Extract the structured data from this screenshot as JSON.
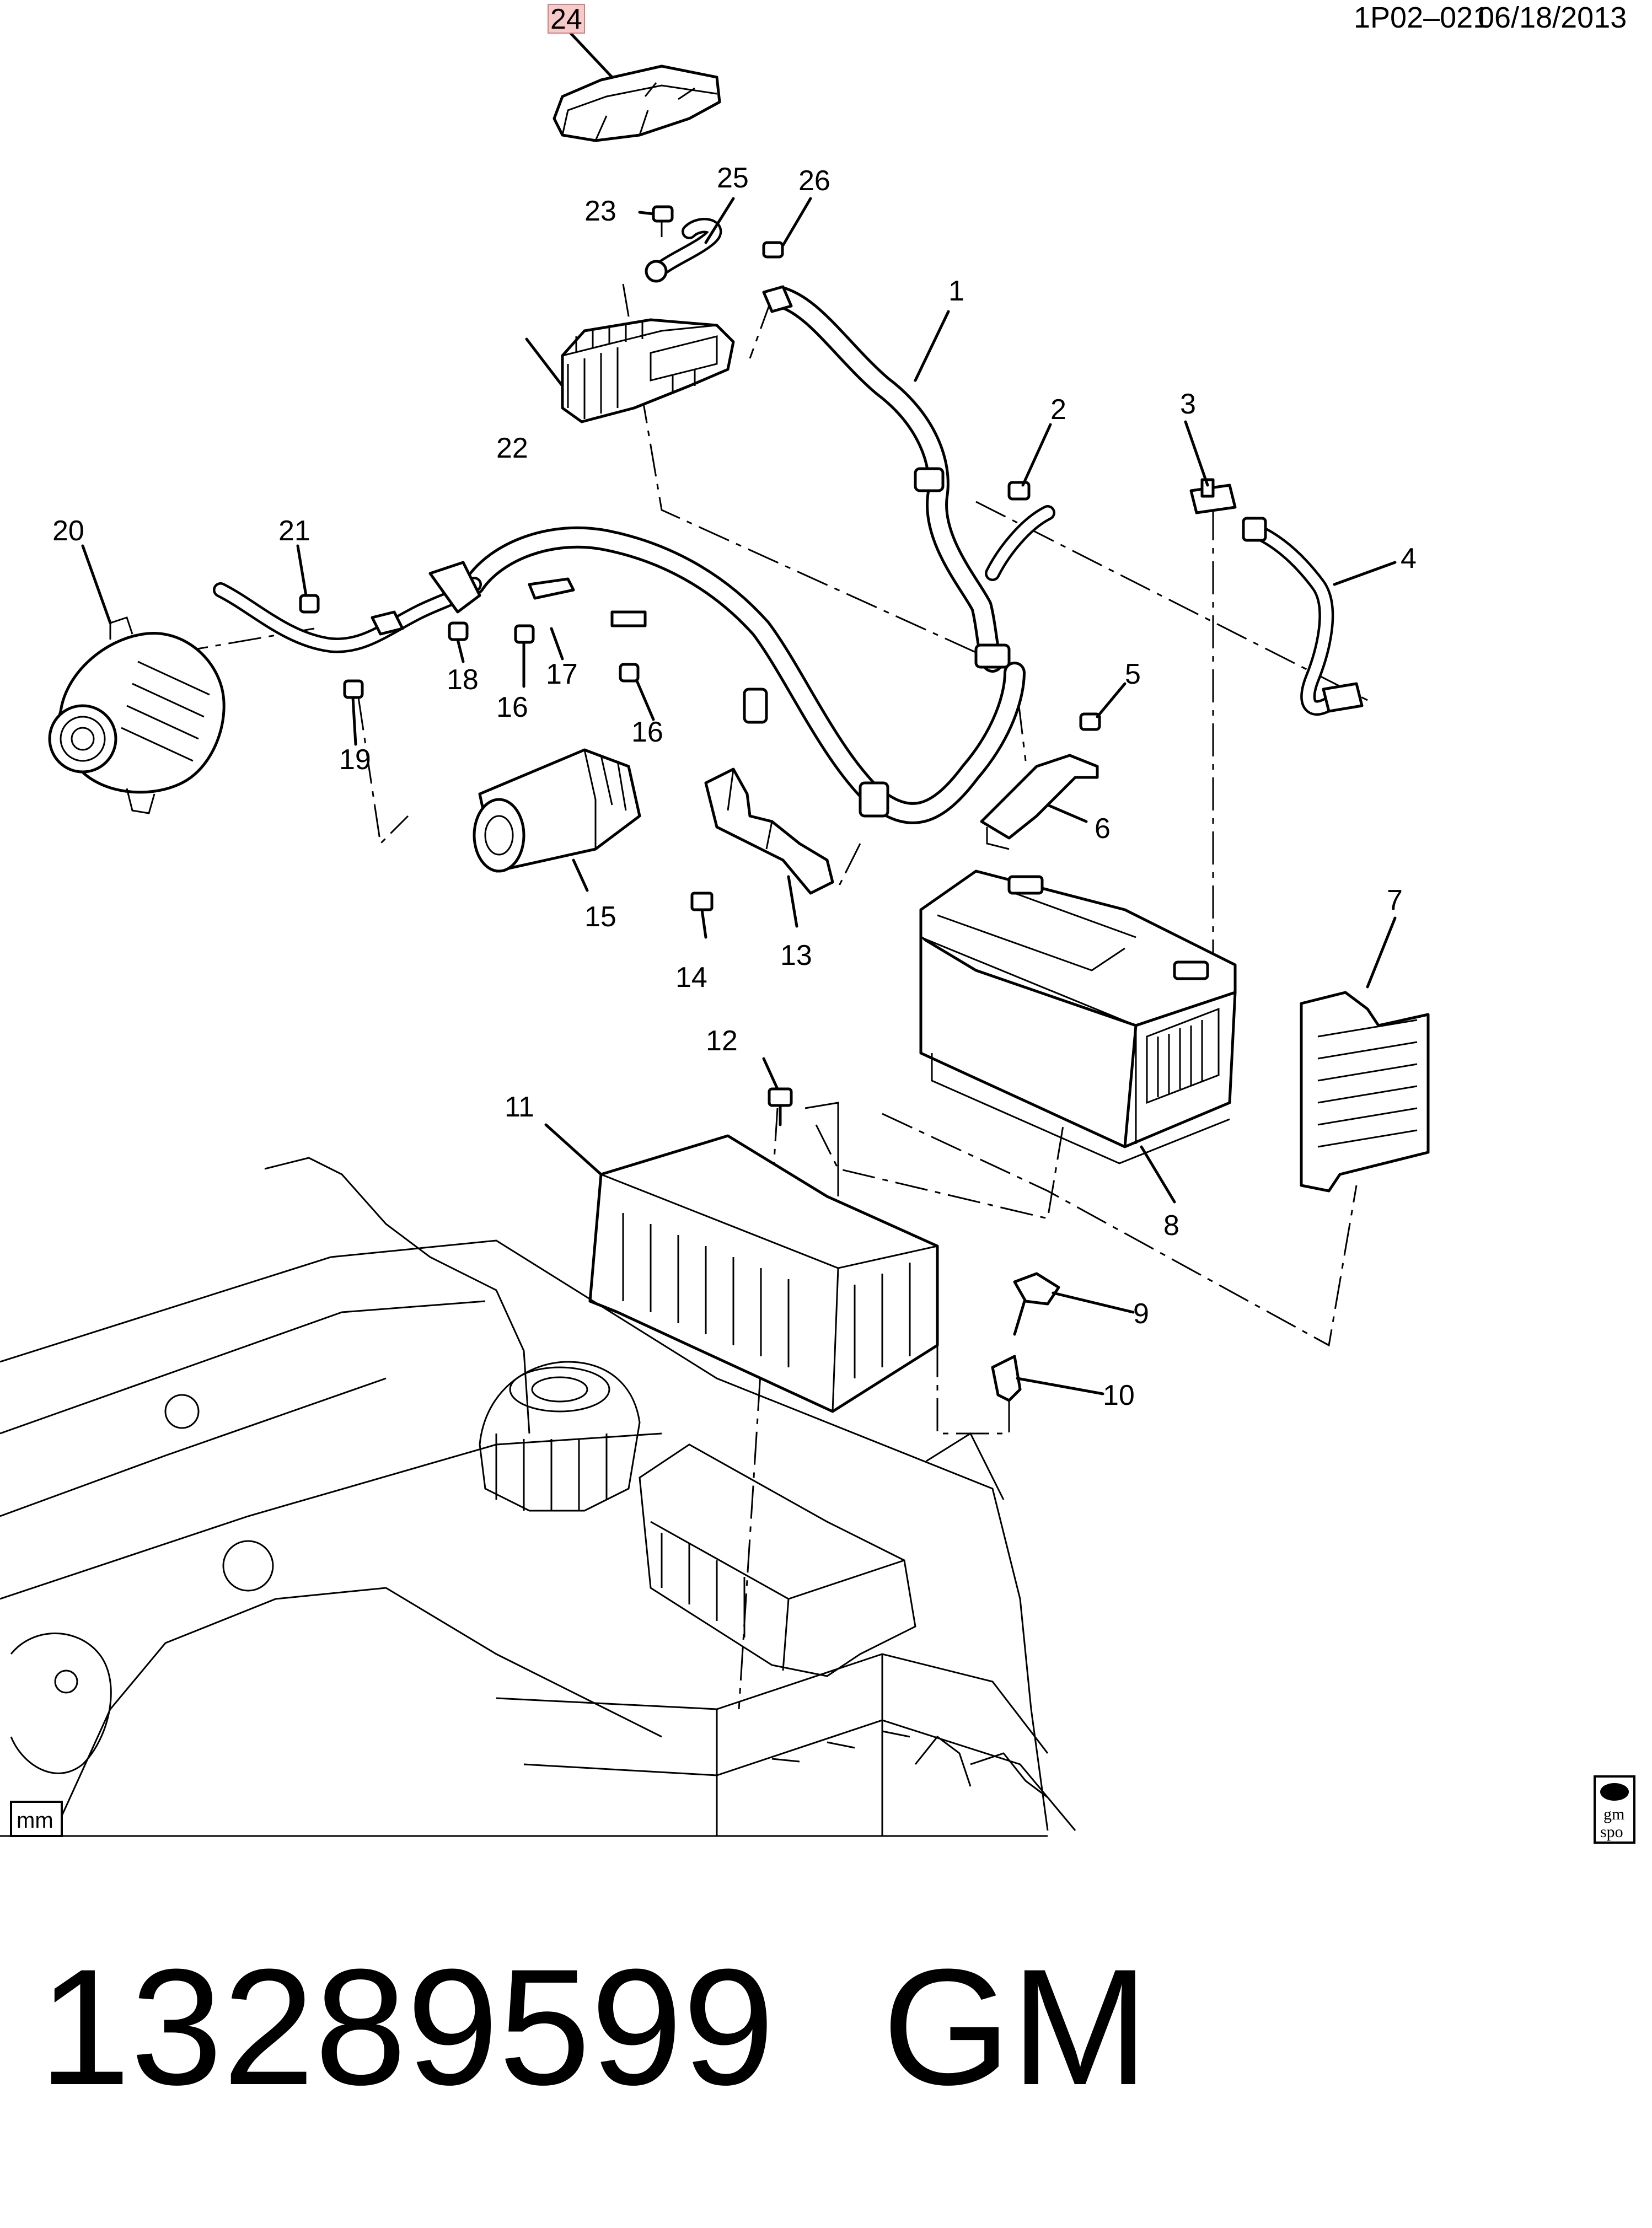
{
  "header": {
    "ref_code": "1P02–021",
    "date": "06/18/2013"
  },
  "highlight_color": "#f7c9c9",
  "callouts": {
    "c1": "1",
    "c2": "2",
    "c3": "3",
    "c4": "4",
    "c5": "5",
    "c6": "6",
    "c7": "7",
    "c8": "8",
    "c9": "9",
    "c10": "10",
    "c11": "11",
    "c12": "12",
    "c13": "13",
    "c14": "14",
    "c15": "15",
    "c16a": "16",
    "c16b": "16",
    "c17": "17",
    "c18": "18",
    "c19": "19",
    "c20": "20",
    "c21": "21",
    "c22": "22",
    "c23": "23",
    "c24": "24",
    "c25": "25",
    "c26": "26"
  },
  "badges": {
    "mm": "mm",
    "gmspo_top": "gm",
    "gmspo_bottom": "spo"
  },
  "footer": {
    "part_number": "13289599",
    "brand": "GM"
  }
}
